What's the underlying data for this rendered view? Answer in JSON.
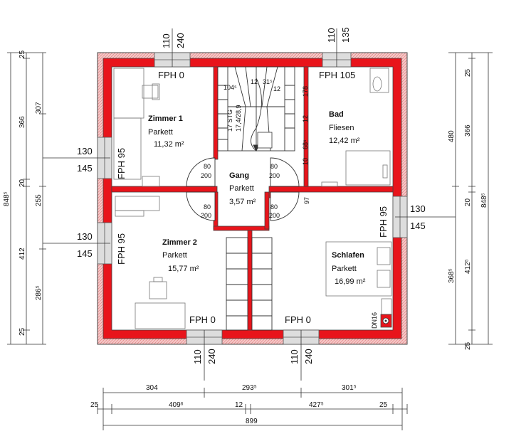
{
  "rooms": {
    "zimmer1": {
      "name": "Zimmer 1",
      "floor": "Parkett",
      "area": "11,32 m²"
    },
    "bad": {
      "name": "Bad",
      "floor": "Fliesen",
      "area": "12,42 m²"
    },
    "gang": {
      "name": "Gang",
      "floor": "Parkett",
      "area": "3,57 m²"
    },
    "zimmer2": {
      "name": "Zimmer 2",
      "floor": "Parkett",
      "area": "15,77 m²"
    },
    "schlafen": {
      "name": "Schlafen",
      "floor": "Parkett",
      "area": "16,99 m²"
    }
  },
  "windows": {
    "top_left": {
      "label": "FPH 0",
      "w": "110",
      "h": "240"
    },
    "top_right": {
      "label": "FPH 105",
      "w": "110",
      "h": "135"
    },
    "left_upper": {
      "label": "FPH 95",
      "w": "130",
      "h": "145"
    },
    "left_lower": {
      "label": "FPH 95",
      "w": "130",
      "h": "145"
    },
    "right": {
      "label": "FPH 95",
      "w": "130",
      "h": "145"
    },
    "bottom_left": {
      "label": "FPH 0",
      "w": "110",
      "h": "240"
    },
    "bottom_right": {
      "label": "FPH 0",
      "w": "110",
      "h": "240"
    }
  },
  "doors": {
    "door_w": "80",
    "door_h": "200"
  },
  "stair": {
    "steps": "17 STG",
    "ratio": "17,4/28,9",
    "d1": "104⁵",
    "d2": "12",
    "d3": "31⁵",
    "d4": "12",
    "d5": "178",
    "d6": "12",
    "d7": "10",
    "d8": "68⁵",
    "d9": "97"
  },
  "chimney": {
    "label": "DN16"
  },
  "dims_left": {
    "outer_total": "848⁵",
    "a1": "25",
    "a2": "366",
    "a3": "20",
    "a4": "412",
    "a5": "25",
    "b1": "307",
    "b2": "255",
    "b3": "286⁵"
  },
  "dims_right": {
    "outer_total": "848⁵",
    "a1": "25",
    "a2": "366",
    "a3": "20",
    "a4": "412⁵",
    "a5": "25",
    "b1": "480",
    "b2": "368⁵"
  },
  "dims_bottom": {
    "r1a": "304",
    "r1b": "293⁵",
    "r1c": "301⁵",
    "r2a": "25",
    "r2b": "409⁶",
    "r2c": "12",
    "r2d": "427⁵",
    "r2e": "25",
    "total": "899"
  }
}
